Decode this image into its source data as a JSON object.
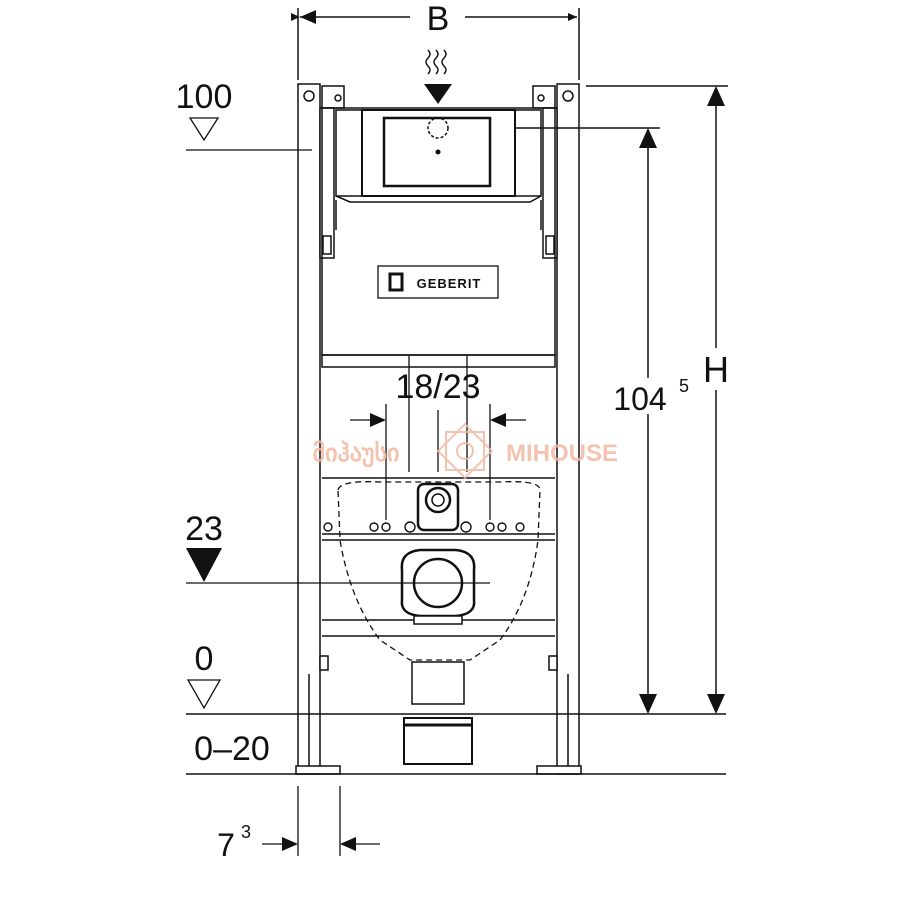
{
  "dimensions": {
    "width_label": "B",
    "height_label": "H",
    "top_level_label": "100",
    "height_value_main": "104",
    "height_value_sup": "5",
    "spacing_label": "18/23",
    "outlet_level_label": "23",
    "floor_level_label": "0",
    "floor_range_label": "0–20",
    "foot_offset_main": "7",
    "foot_offset_sup": "3"
  },
  "brand": {
    "logo_text": "GEBERIT"
  },
  "watermark": {
    "left_text": "მიჰაუსი",
    "right_text": "MIHOUSE"
  },
  "colors": {
    "line": "#111111",
    "watermark": "#f2b9a3"
  }
}
